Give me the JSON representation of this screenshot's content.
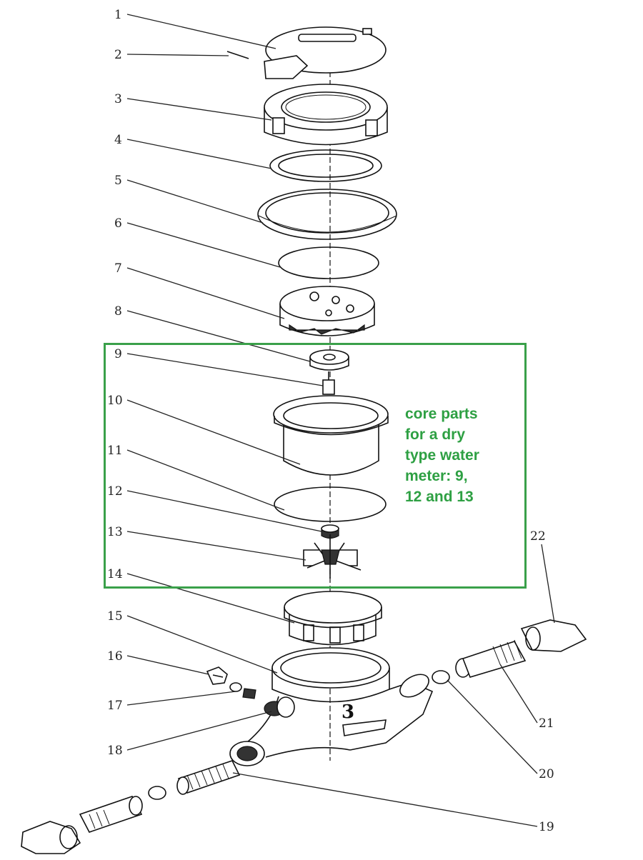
{
  "labels": [
    "1",
    "2",
    "3",
    "4",
    "5",
    "6",
    "7",
    "8",
    "9",
    "10",
    "11",
    "12",
    "13",
    "14",
    "15",
    "16",
    "17",
    "18",
    "19",
    "20",
    "21",
    "22"
  ],
  "annotation": {
    "text": "core parts\nfor a dry\ntype water\nmeter: 9,\n12 and 13",
    "color": "#2ea043"
  },
  "meter_mark": "3"
}
